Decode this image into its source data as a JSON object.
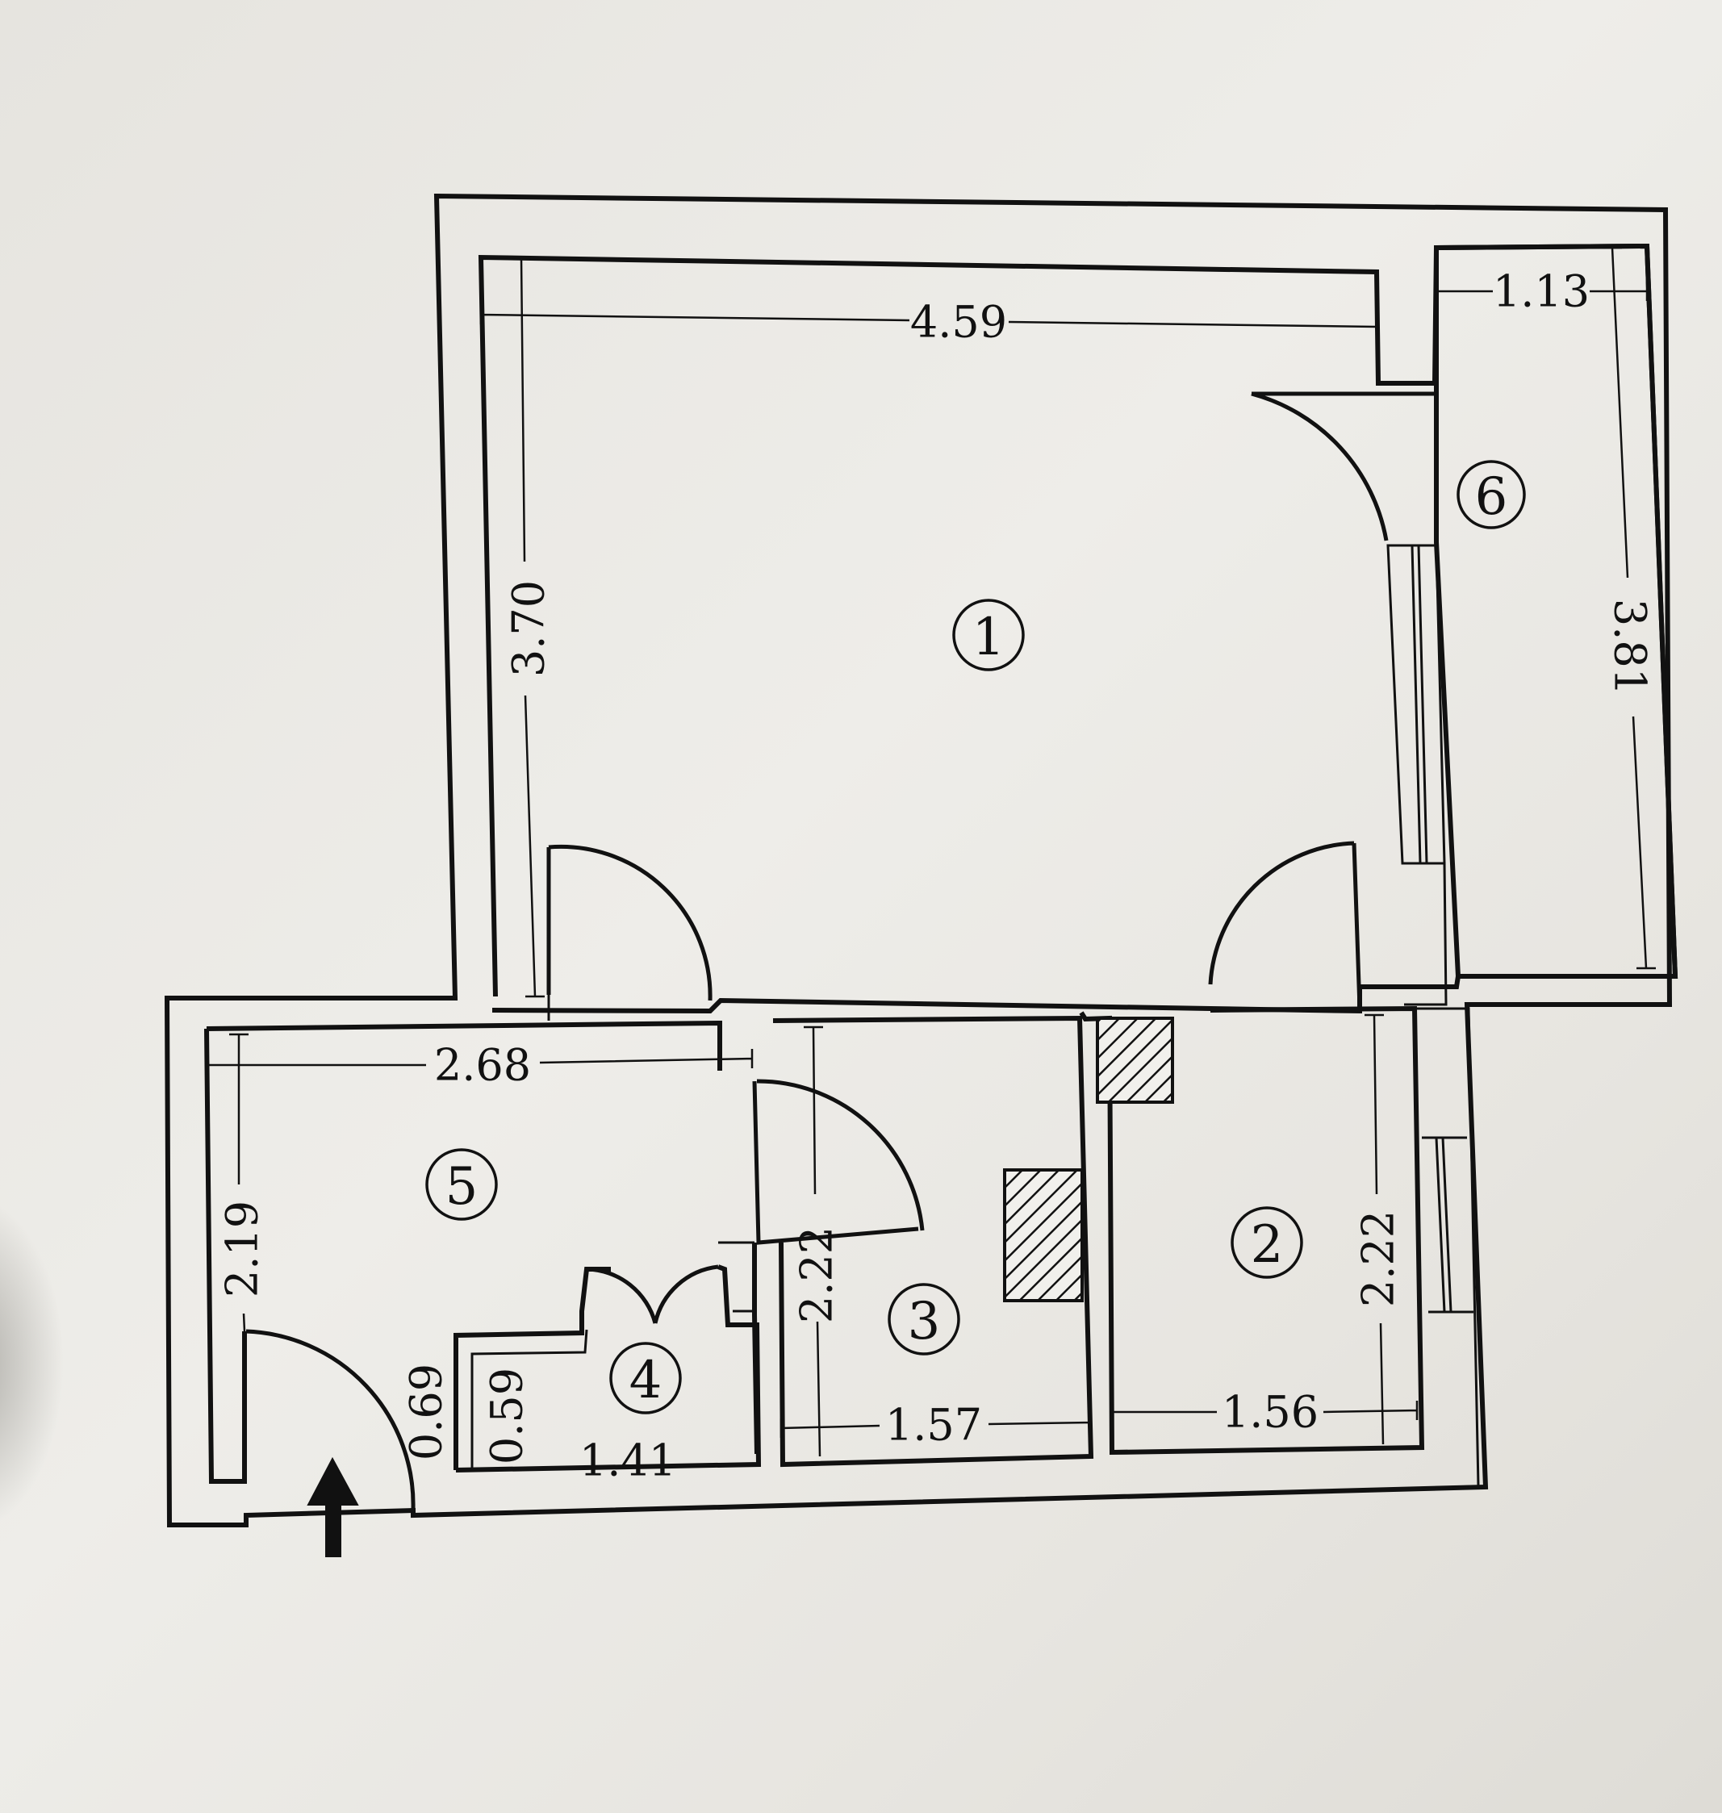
{
  "rooms": [
    {
      "number": "1"
    },
    {
      "number": "2"
    },
    {
      "number": "3"
    },
    {
      "number": "4"
    },
    {
      "number": "5"
    },
    {
      "number": "6"
    }
  ],
  "dimensions": {
    "room1_width": "4.59",
    "room1_height": "3.70",
    "room6_width": "1.13",
    "room6_height": "3.81",
    "room5_width": "2.68",
    "room5_height": "2.19",
    "room3_width": "1.57",
    "room3_height": "2.22",
    "room2_width": "1.56",
    "room2_height": "2.22",
    "room4_width": "1.41",
    "room4_height": "0.59",
    "entry_width": "0.69"
  },
  "icons": {
    "entrance": "entrance-arrow-icon",
    "stove": "stove-hatch-icon",
    "chimney": "chimney-hatch-icon"
  }
}
